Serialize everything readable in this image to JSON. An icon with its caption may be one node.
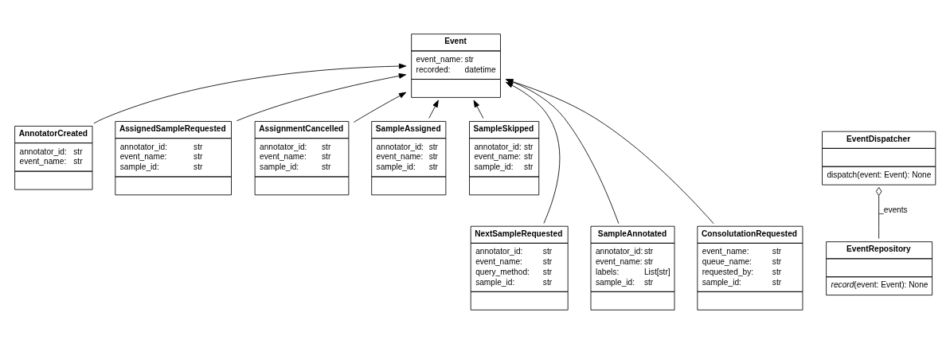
{
  "diagram": {
    "nodes": [
      {
        "text": [
          "Event",
          "event_name: str",
          "recorded: datetime"
        ]
      },
      {
        "text": [
          "AnnotatorCreated",
          "annotator_id: str",
          "event_name: str"
        ]
      },
      {
        "text": [
          "AssignedSampleRequested",
          "annotator_id: str",
          "event_name: str",
          "sample_id: str"
        ]
      },
      {
        "text": [
          "AssignmentCancelled",
          "annotator_id: str",
          "event_name: str",
          "sample_id: str"
        ]
      },
      {
        "text": [
          "SampleAssigned",
          "annotator_id: str",
          "event_name: str",
          "sample_id: str"
        ]
      },
      {
        "text": [
          "SampleSkipped",
          "annotator_id: str",
          "event_name: str",
          "sample_id: str"
        ]
      },
      {
        "text": [
          "EventDispatcher",
          "dispatch(event: Event): None"
        ]
      },
      {
        "text": [
          "NextSampleRequested",
          "annotator_id: str",
          "event_name: str",
          "query_method: str",
          "sample_id: str"
        ]
      },
      {
        "text": [
          "SampleAnnotated",
          "annotator_id: str",
          "event_name: str",
          "labels: List[str]",
          "sample_id: str"
        ]
      },
      {
        "text": [
          "ConsolutationRequested",
          "event_name: str",
          "queue_name: str",
          "requested_by: str",
          "sample_id: str"
        ]
      },
      {
        "text": [
          "EventRepository",
          "*record*(event: Event): None"
        ]
      }
    ],
    "edges": [
      {
        "from": 1,
        "to": 0,
        "arrow": "to"
      },
      {
        "from": 7,
        "to": 0,
        "arrow": "to"
      },
      {
        "from": 8,
        "to": 0,
        "arrow": "to"
      },
      {
        "from": 2,
        "to": 0,
        "arrow": "to"
      },
      {
        "from": 3,
        "to": 0,
        "arrow": "to"
      },
      {
        "from": 9,
        "to": 0,
        "arrow": "to"
      },
      {
        "from": 4,
        "to": 0,
        "arrow": "to"
      },
      {
        "from": 5,
        "to": 0,
        "arrow": "to"
      },
      {
        "from": 6,
        "to": 10,
        "arrow": "other",
        "label": "_events"
      }
    ]
  }
}
